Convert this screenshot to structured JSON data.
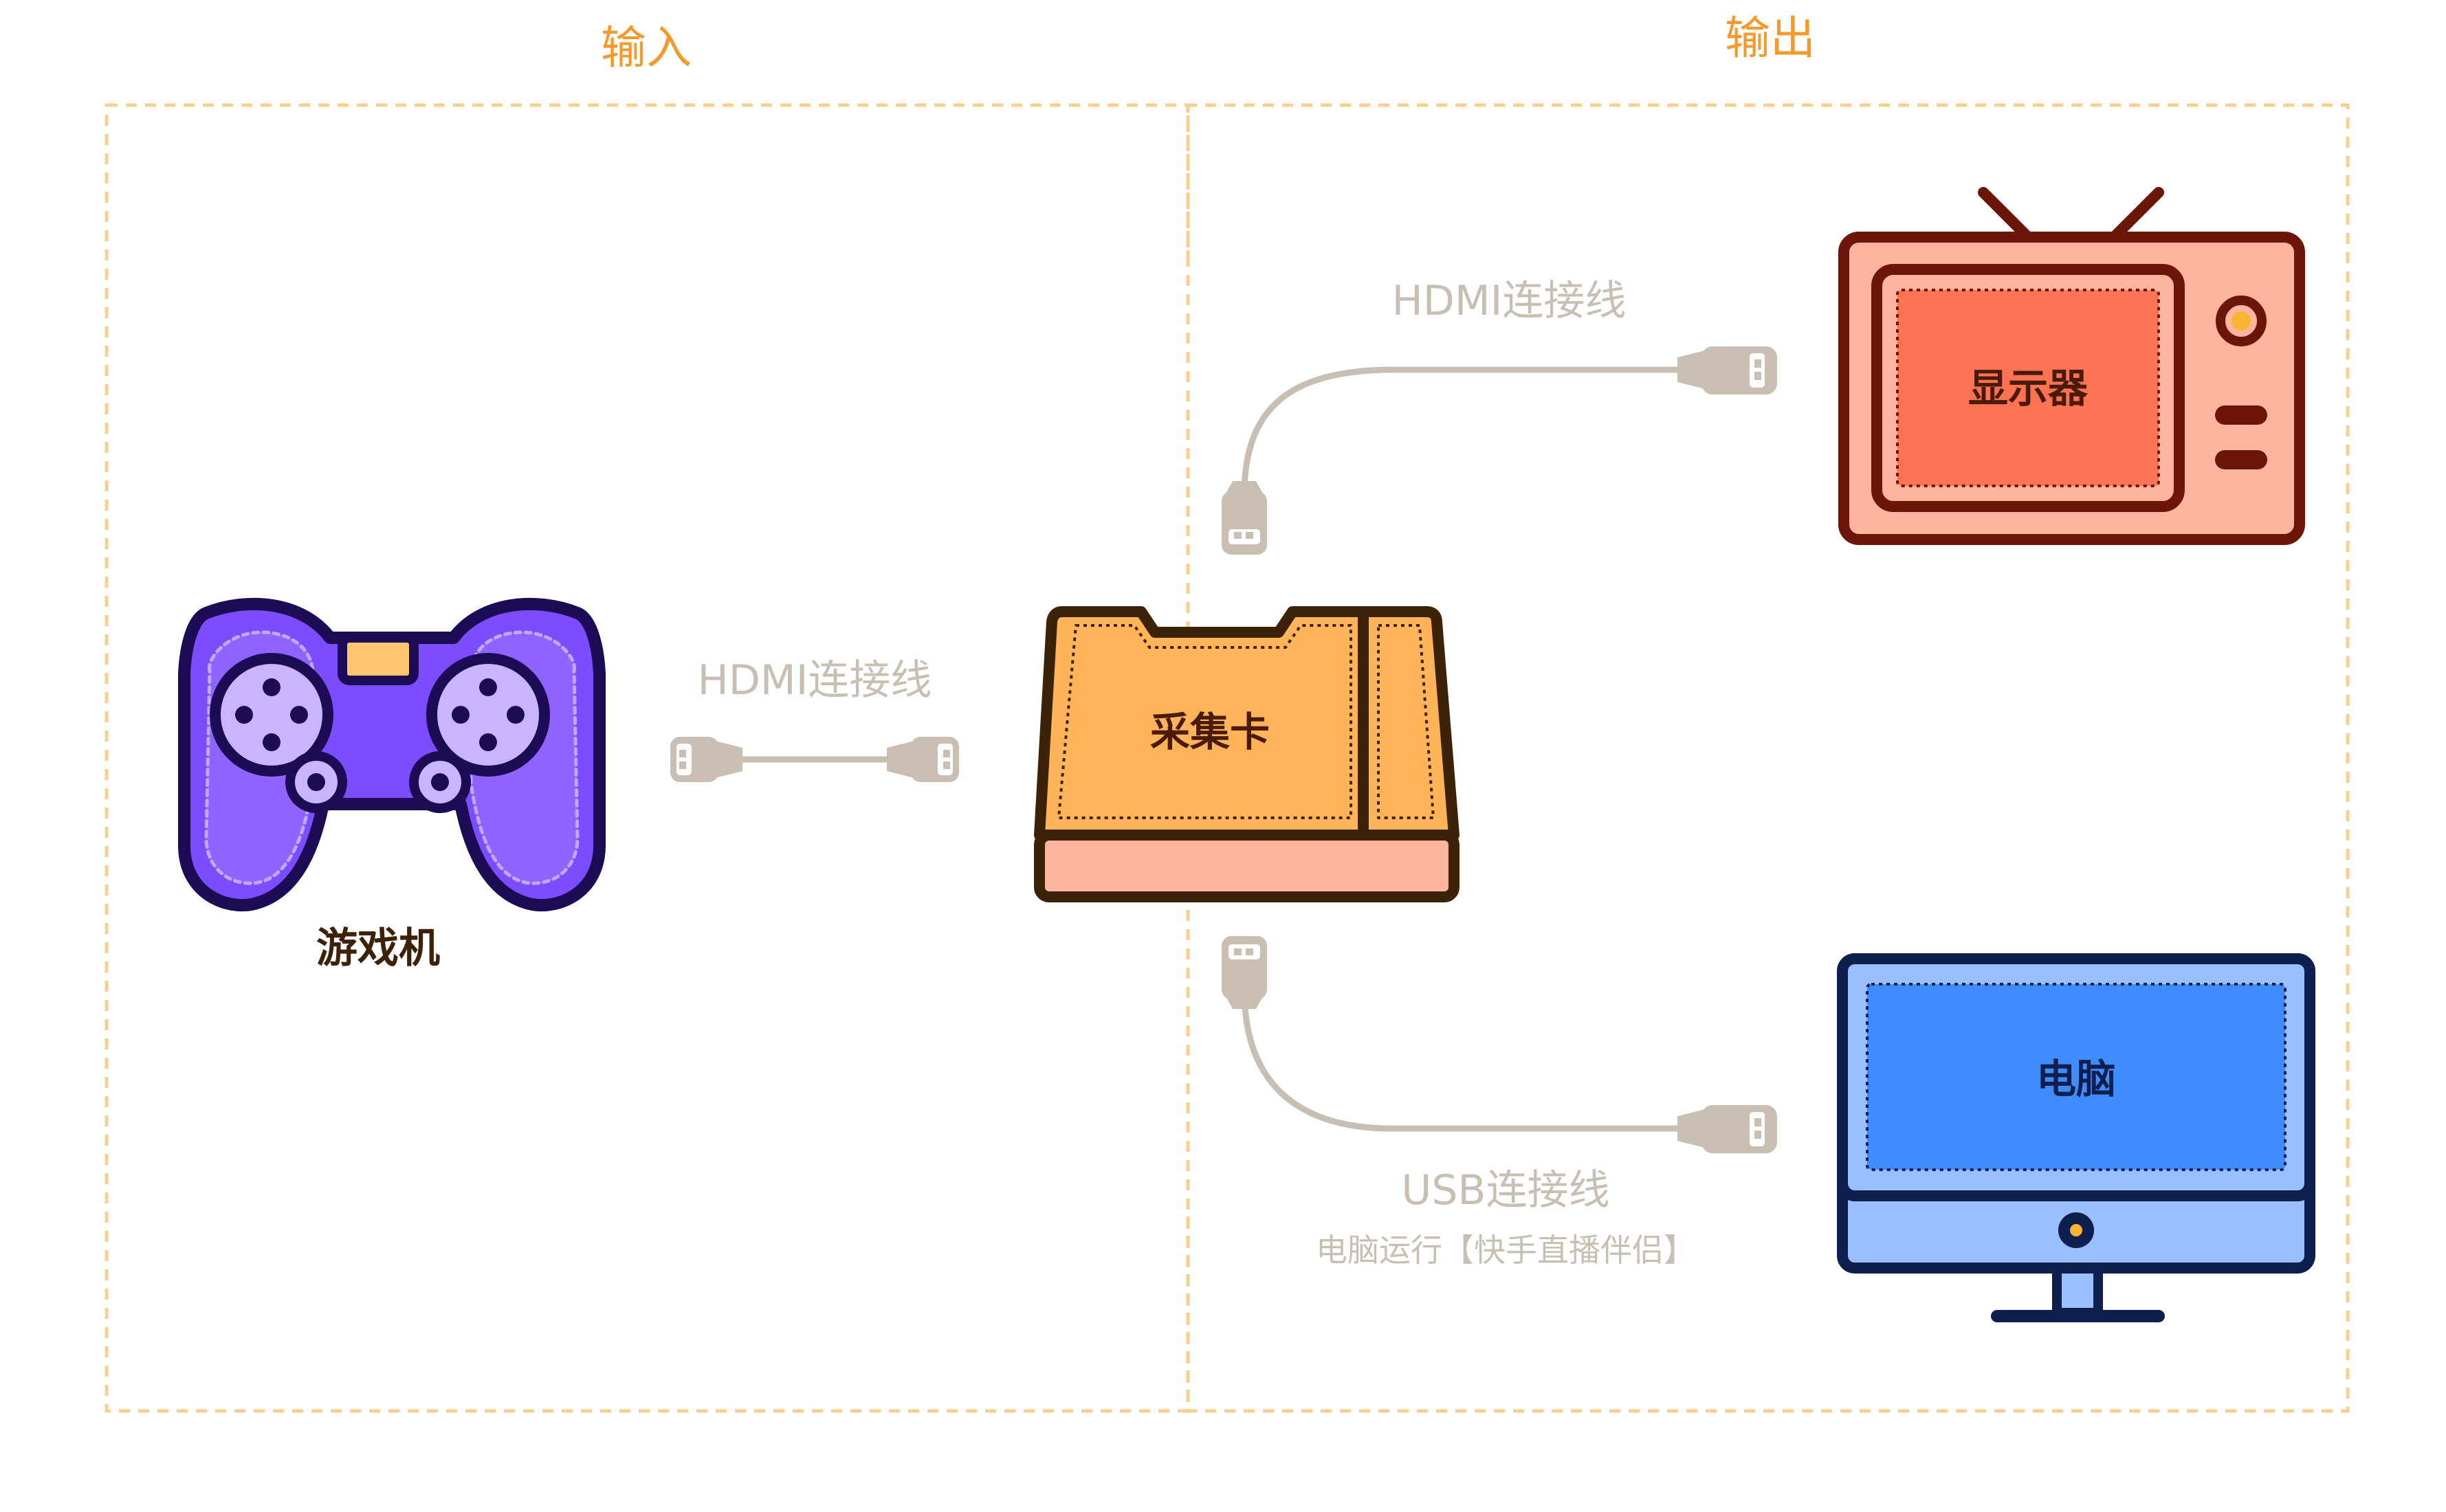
{
  "sections": {
    "input_title": "输入",
    "output_title": "输出"
  },
  "devices": {
    "console": "游戏机",
    "capture_card": "采集卡",
    "monitor": "显示器",
    "computer": "电脑"
  },
  "cables": {
    "input_cable": "HDMI连接线",
    "monitor_cable": "HDMI连接线",
    "usb_cable": "USB连接线",
    "usb_cable_note": "电脑运行【快手直播伴侣】"
  },
  "colors": {
    "frame_dash": "#f8cf8e",
    "section_title": "#f59a2a",
    "cable": "#c8bfb2",
    "console_body": "#7c4dff",
    "capture_card": "#ffb45a",
    "monitor_screen": "#fb7353",
    "computer_screen": "#3f8cff"
  }
}
